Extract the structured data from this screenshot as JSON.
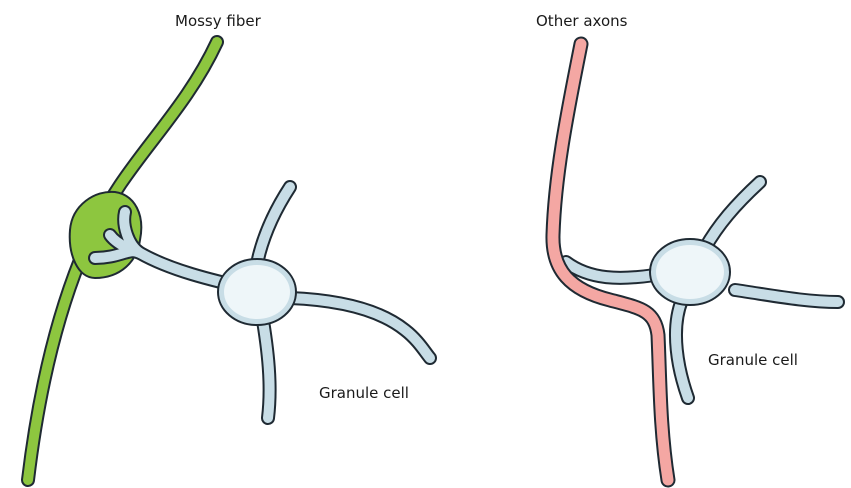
{
  "labels": {
    "mossy_fiber": "Mossy fiber",
    "other_axons": "Other axons",
    "granule_cell_left": "Granule cell",
    "granule_cell_right": "Granule cell"
  },
  "colors": {
    "mossy_fiber_fill": "#8dc63f",
    "axon_fill": "#f4a7a3",
    "granule_fill": "#c8dde6",
    "granule_body_center": "#eef6f9",
    "outline": "#1f2a33"
  }
}
